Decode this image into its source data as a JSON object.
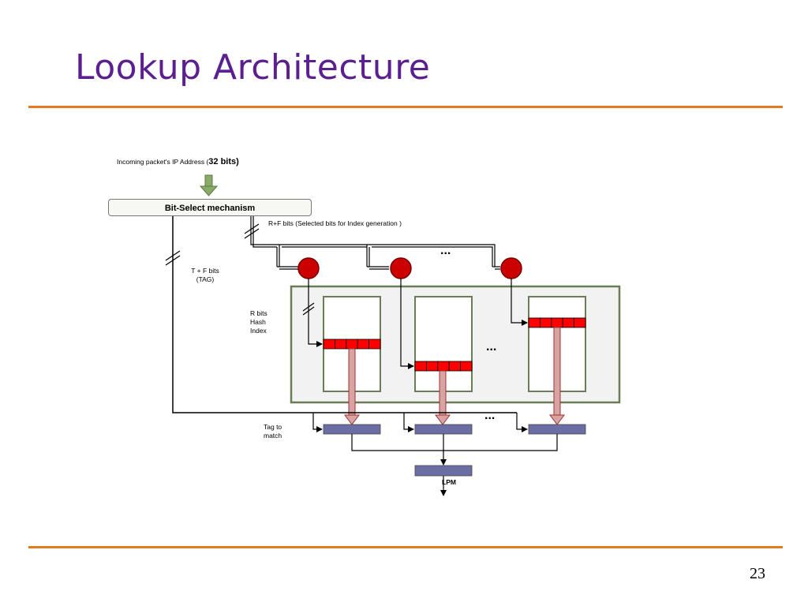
{
  "slide": {
    "title": "Lookup Architecture",
    "page_number": "23"
  },
  "diagram": {
    "incoming_label_prefix": "Incoming packet's IP Address (",
    "incoming_label_bits": "32 bits)",
    "bit_select_label": "Bit-Select mechanism",
    "rf_bits_label": "R+F bits (Selected bits for Index generation )",
    "tf_bits_label_line1": "T + F bits",
    "tf_bits_label_line2": "(TAG)",
    "r_bits_label_line1": "R bits",
    "r_bits_label_line2": "Hash",
    "r_bits_label_line3": "Index",
    "tag_match_label_line1": "Tag to",
    "tag_match_label_line2": "match",
    "lpm_label": "LPM",
    "ellipsis": "...",
    "colors": {
      "title": "#5b1f8f",
      "rule": "#e07b1f",
      "hash_node": "#cc0000",
      "bucket_row": "#ff0000",
      "comparator": "#6b6ea5",
      "down_arrow": "#d8a3a3",
      "input_arrow": "#8aaa6a",
      "table_panel": "#f2f2f2",
      "panel_border": "#6b7d57"
    }
  }
}
